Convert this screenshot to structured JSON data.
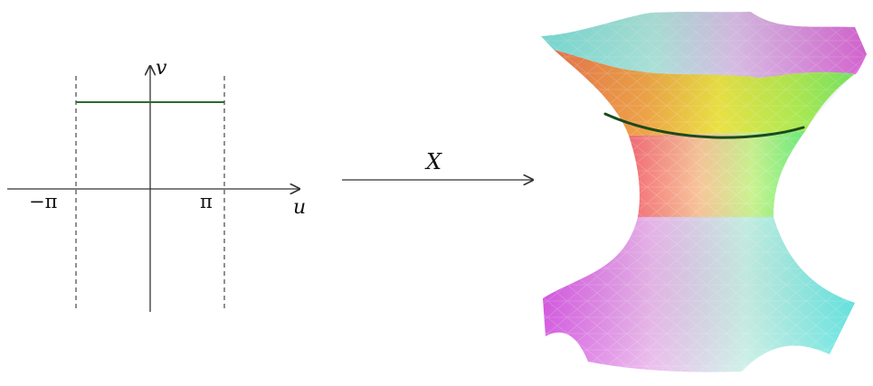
{
  "diagram": {
    "domain": {
      "u_axis_label": "u",
      "v_axis_label": "v",
      "tick_neg_pi": "−π",
      "tick_pi": "π"
    },
    "map": {
      "label": "X"
    },
    "surface": {
      "description_name": "hyperboloid-surface",
      "curve_color": "#1c4a1c"
    },
    "colors": {
      "segment": "#2d6b2d",
      "axis": "#333333",
      "dashed": "#555555"
    }
  }
}
